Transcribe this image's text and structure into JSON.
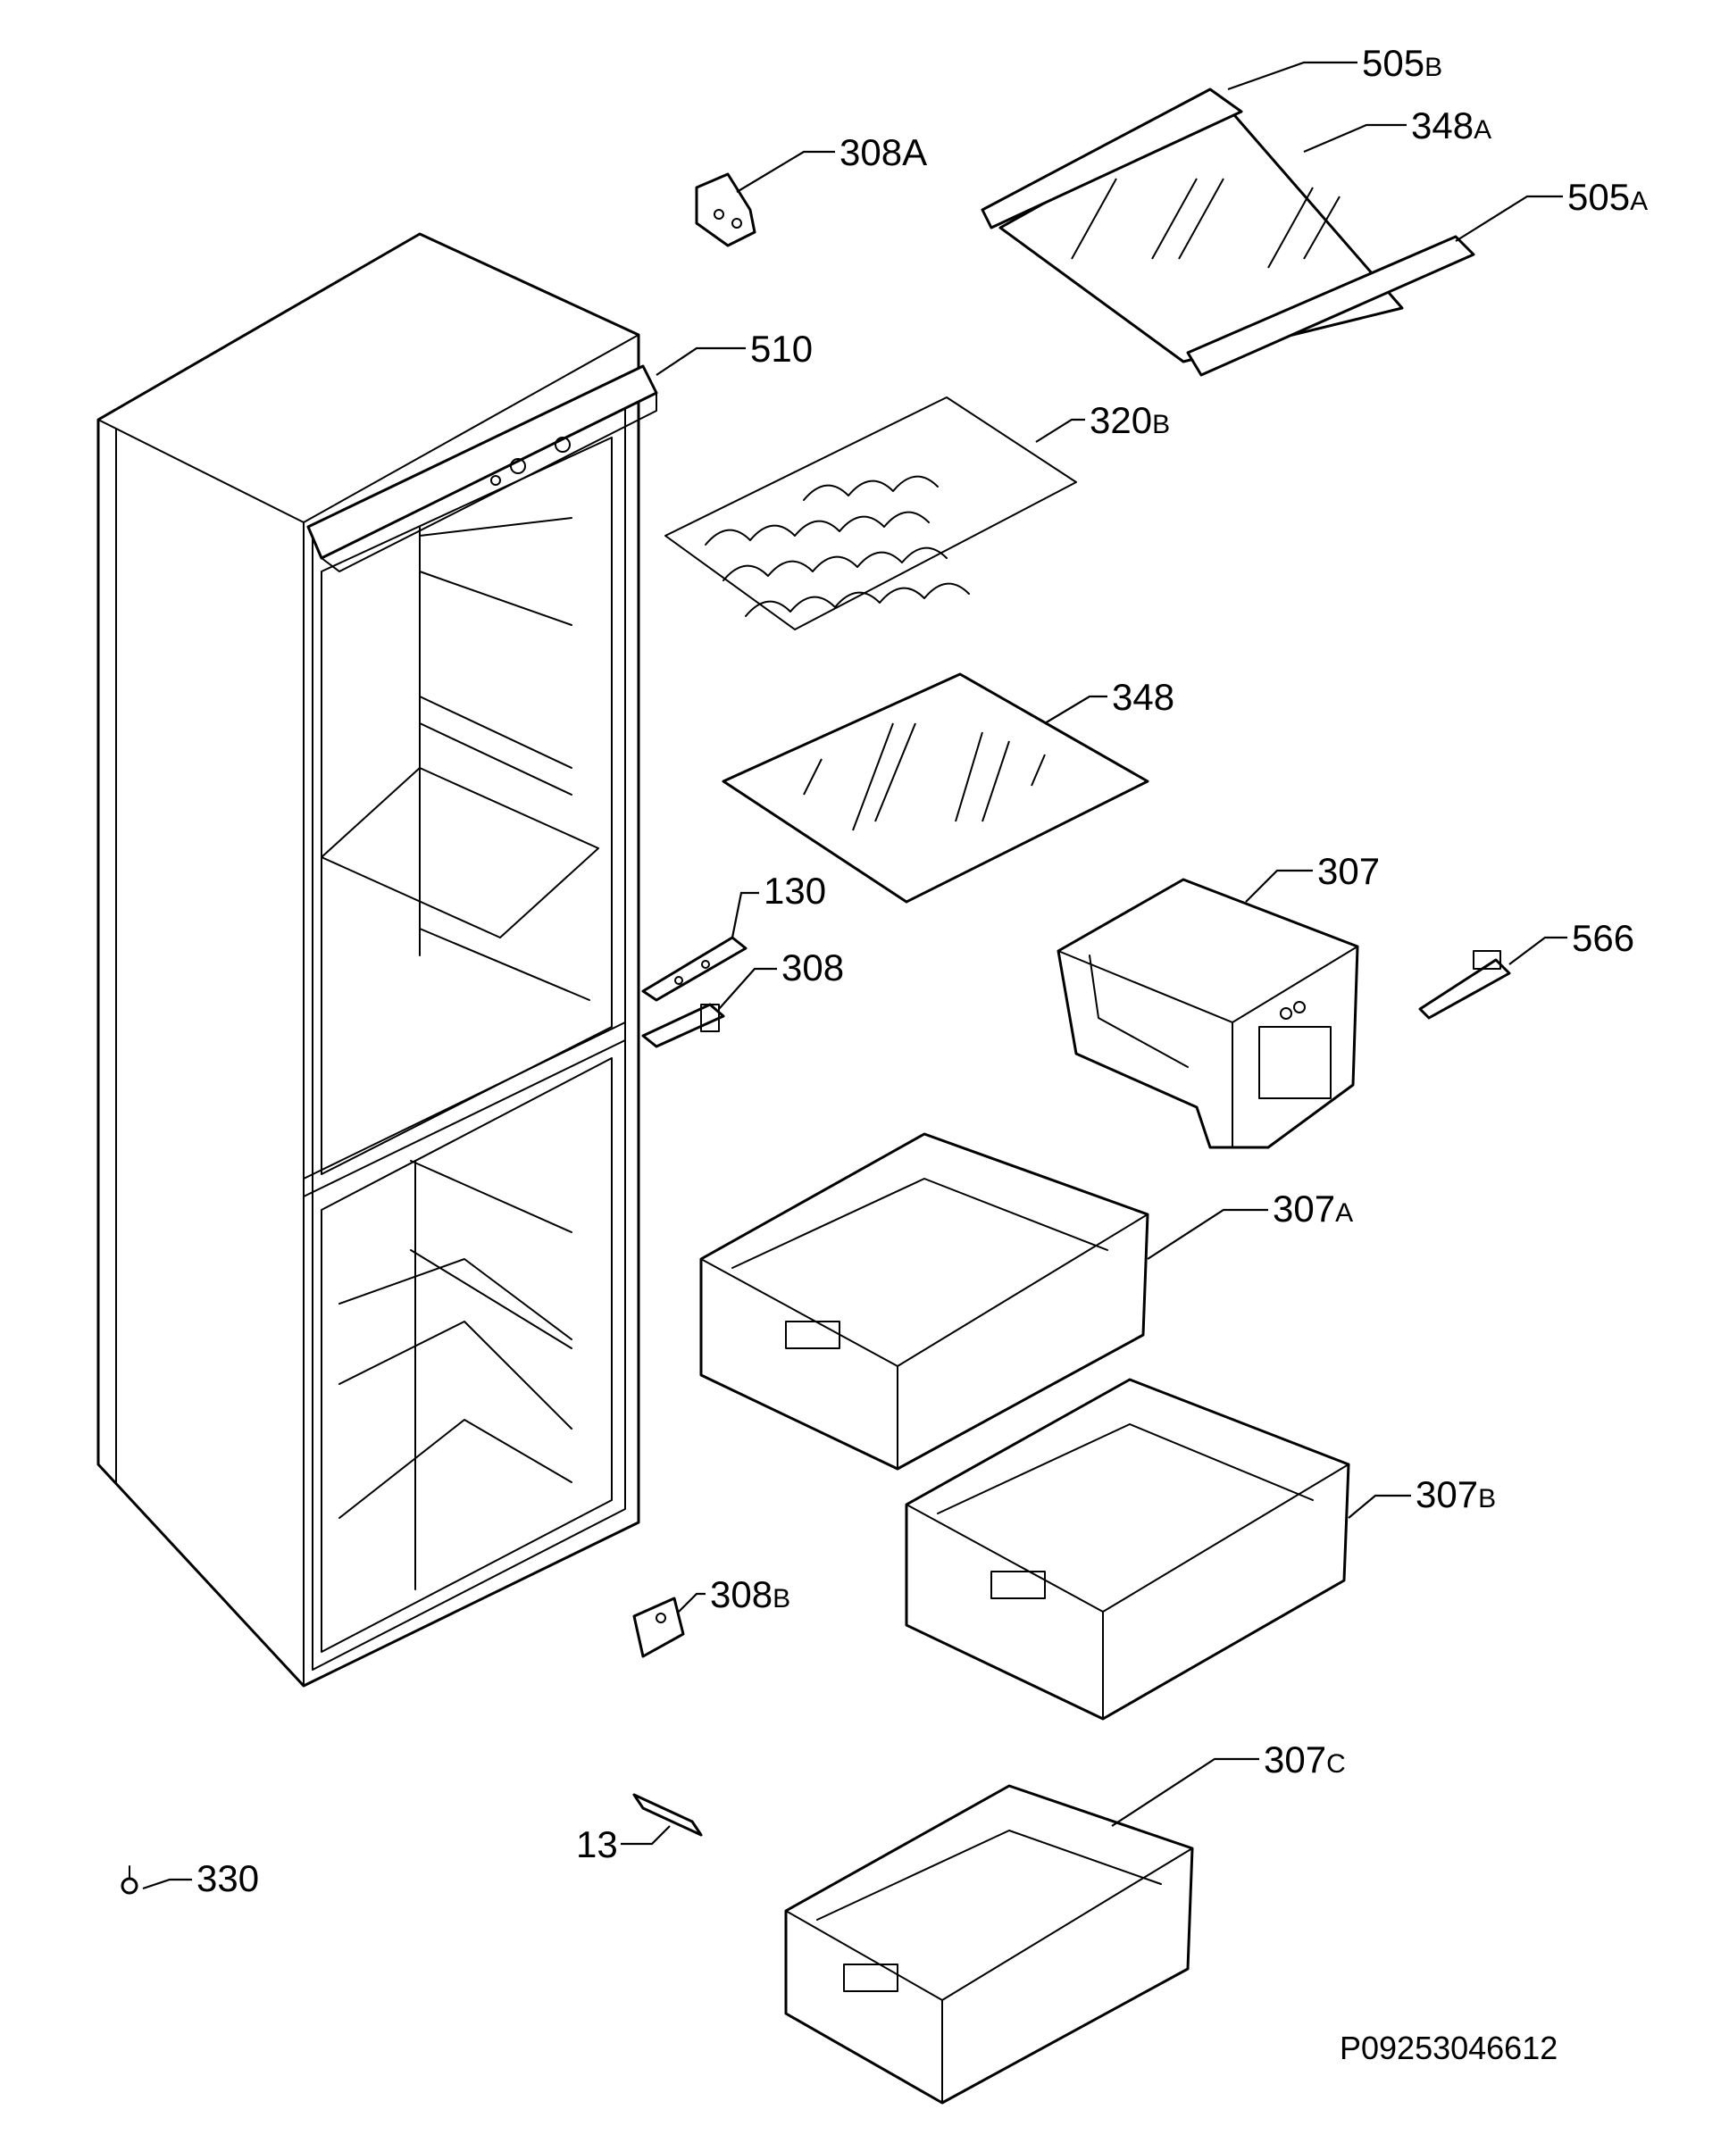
{
  "diagram": {
    "reference_code": "P09253046612",
    "parts": [
      {
        "id": "505b",
        "number": "505",
        "suffix": "B"
      },
      {
        "id": "348a",
        "number": "348",
        "suffix": "A"
      },
      {
        "id": "505a",
        "number": "505",
        "suffix": "A"
      },
      {
        "id": "308a",
        "number": "308A",
        "suffix": ""
      },
      {
        "id": "510",
        "number": "510",
        "suffix": ""
      },
      {
        "id": "320b",
        "number": "320",
        "suffix": "B"
      },
      {
        "id": "348",
        "number": "348",
        "suffix": ""
      },
      {
        "id": "307",
        "number": "307",
        "suffix": ""
      },
      {
        "id": "566",
        "number": "566",
        "suffix": ""
      },
      {
        "id": "130",
        "number": "130",
        "suffix": ""
      },
      {
        "id": "308",
        "number": "308",
        "suffix": ""
      },
      {
        "id": "307a",
        "number": "307",
        "suffix": "A"
      },
      {
        "id": "307b",
        "number": "307",
        "suffix": "B"
      },
      {
        "id": "308b",
        "number": "308",
        "suffix": "B"
      },
      {
        "id": "307c",
        "number": "307",
        "suffix": "C"
      },
      {
        "id": "13",
        "number": "13",
        "suffix": ""
      },
      {
        "id": "330",
        "number": "330",
        "suffix": ""
      }
    ]
  }
}
